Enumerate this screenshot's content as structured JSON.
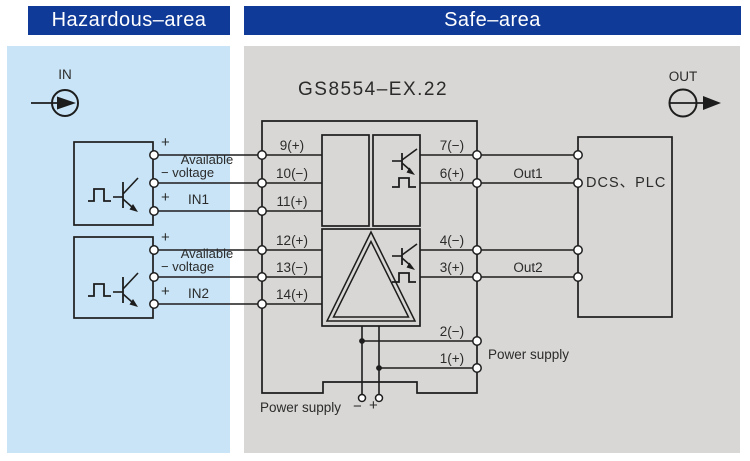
{
  "headers": {
    "hazardous": "Hazardous–area",
    "safe": "Safe–area"
  },
  "ports": {
    "in": "IN",
    "out": "OUT"
  },
  "module": {
    "title": "GS8554–EX.22",
    "left_terminals": [
      "9(+)",
      "10(−)",
      "11(+)",
      "12(+)",
      "13(−)",
      "14(+)"
    ],
    "right_terminals": [
      "7(−)",
      "6(+)",
      "4(−)",
      "3(+)",
      "2(−)",
      "1(+)"
    ]
  },
  "inputs": [
    {
      "plus_top": "+",
      "available": "Available",
      "voltage": "− voltage",
      "plus": "+",
      "name": "IN1"
    },
    {
      "plus_top": "+",
      "available": "Available",
      "voltage": "− voltage",
      "plus": "+",
      "name": "IN2"
    }
  ],
  "outputs": {
    "out1": "Out1",
    "out2": "Out2",
    "receiver": "DCS、PLC"
  },
  "power": {
    "right_label": "Power supply",
    "bottom_label": "Power supply",
    "minus": "−",
    "plus": "+"
  },
  "colors": {
    "header_bg": "#103a97",
    "hazardous_bg": "#c8e4f6",
    "safe_bg": "#d8d7d5",
    "line": "#1d1d1d"
  }
}
